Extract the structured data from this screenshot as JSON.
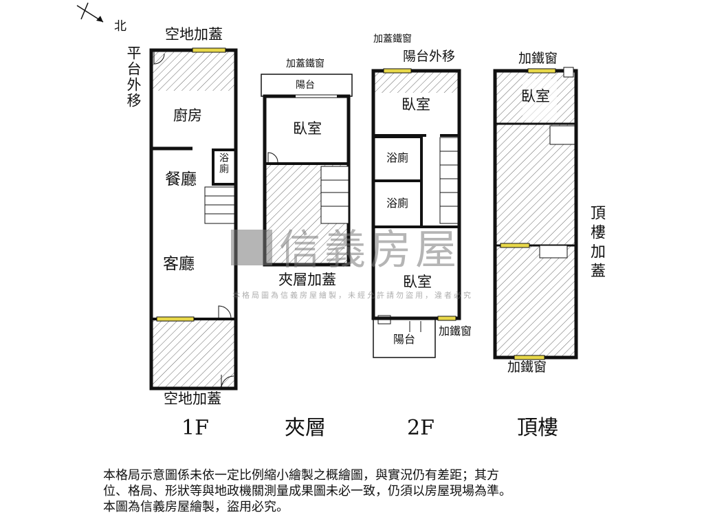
{
  "compass": {
    "north": "北"
  },
  "floors": [
    {
      "label": "1F",
      "rooms": [
        "空地加蓋",
        "平台外移",
        "廚房",
        "浴廁",
        "餐廳",
        "客廳",
        "空地加蓋"
      ]
    },
    {
      "label": "夾層",
      "rooms": [
        "加蓋鐵窗",
        "陽台",
        "臥室",
        "夾層加蓋"
      ]
    },
    {
      "label": "2F",
      "rooms": [
        "加蓋鐵窗",
        "陽台外移",
        "臥室",
        "浴廁",
        "浴廁",
        "臥室",
        "陽台",
        "加鐵窗"
      ]
    },
    {
      "label": "頂樓",
      "rooms": [
        "加鐵窗",
        "臥室",
        "頂樓加蓋",
        "加鐵窗"
      ]
    }
  ],
  "watermark": {
    "brand": "信義房屋",
    "notice": "本格局圖為信義房屋繪製，未經允許請勿盜用，違者必究"
  },
  "disclaimer": [
    "本格局示意圖係未依一定比例縮小繪製之概繪圖，與實況仍有差距；其方",
    "位、格局、形狀等與地政機關測量成果圖未必一致，仍須以房屋現場為準。",
    "本圖為信義房屋繪製，盜用必究。"
  ],
  "colors": {
    "wall": "#111111",
    "window": "#e8d84a",
    "hatch": "#555555"
  }
}
